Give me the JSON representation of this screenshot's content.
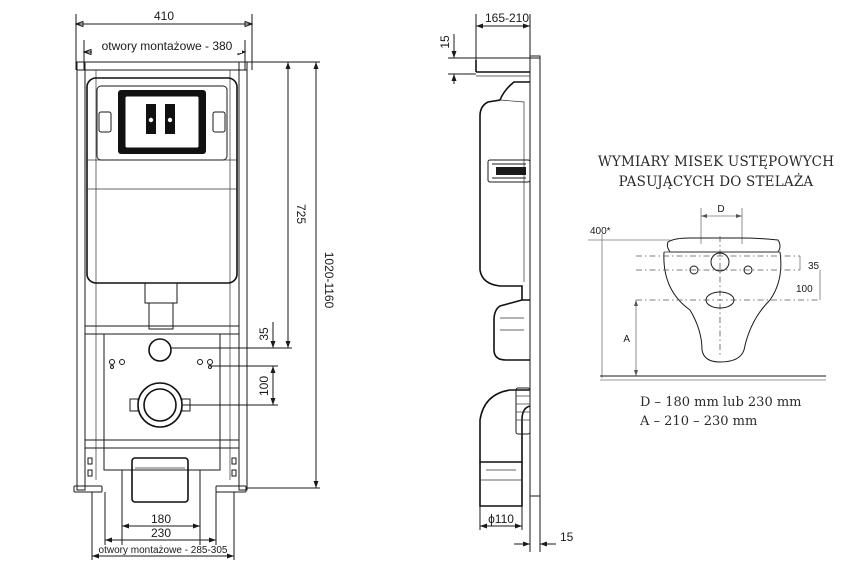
{
  "front_view": {
    "width_label": "410",
    "mount_holes_top_label": "otwory montażowe - 380",
    "height_725_label": "725",
    "height_total_label": "1020-1160",
    "dim_35_label": "35",
    "dim_100_label": "100",
    "dim_180_label": "180",
    "dim_230_label": "230",
    "mount_holes_bottom_label": "otwory montażowe - 285-305"
  },
  "side_view": {
    "depth_label": "165-210",
    "top_15_label": "15",
    "pipe_label": "ϕ110",
    "bottom_15_label": "15"
  },
  "bowl_info": {
    "title_line1": "WYMIARY MISEK USTĘPOWYCH",
    "title_line2": "PASUJĄCYCH DO STELAŻA",
    "dim_d_label": "D",
    "dim_400_label": "400*",
    "dim_35_label": "35",
    "dim_100_label": "100",
    "dim_a_label": "A",
    "note_d": "D – 180 mm lub 230 mm",
    "note_a": "A – 210 – 230 mm"
  }
}
